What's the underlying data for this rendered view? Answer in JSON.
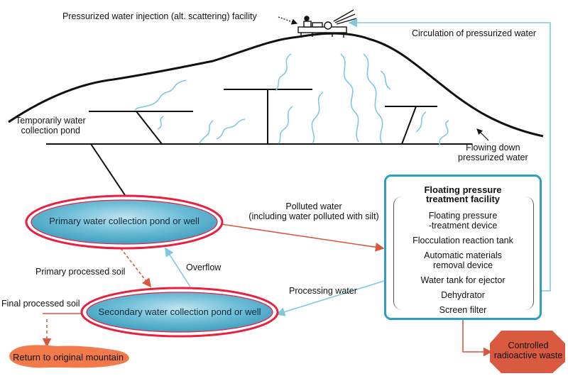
{
  "labels": {
    "injection_facility": "Pressurized water injection (alt. scattering) facility",
    "circulation": "Circulation of pressurized water",
    "temporary_pond": "Temporarily water\ncollection pond",
    "flowing_down": "Flowing down\npressurized water",
    "polluted_water": "Polluted water\n(including water polluted with silt)",
    "primary_pond": "Primary water collection pond or well",
    "secondary_pond": "Secondary water collection pond or well",
    "primary_soil": "Primary processed soil",
    "overflow": "Overflow",
    "processing_water": "Processing water",
    "final_soil": "Final processed soil",
    "return_mountain": "Return to original mountain",
    "controlled_waste": "Controlled\nradioactive waste"
  },
  "facility": {
    "title": "Floating pressure\ntreatment facility",
    "items": [
      "Floating pressure\n-treatment device",
      "Flocculation reaction tank",
      "Automatic materials\nremoval device",
      "Water tank for ejector",
      "Dehydrator",
      "Screen filter"
    ]
  },
  "colors": {
    "water_blue": "#7ec8e0",
    "pond_border": "#e8203f",
    "pond_fill": "#5fb6d2",
    "facility_border": "#2e9dc0",
    "arrow_red": "#d9583c",
    "waste_fill": "#d95a40",
    "return_fill": "#f27a4a"
  }
}
